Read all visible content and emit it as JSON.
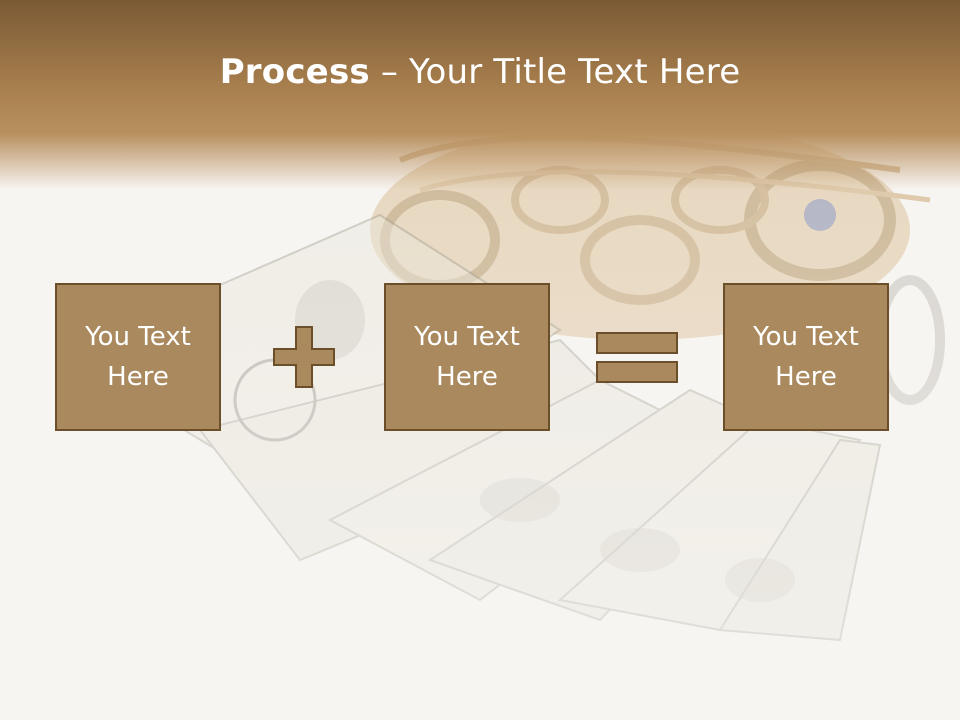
{
  "slide": {
    "title_bold": "Process",
    "title_rest": " – Your Title Text Here",
    "boxes": [
      {
        "line1": "You Text",
        "line2": "Here"
      },
      {
        "line1": "You Text",
        "line2": "Here"
      },
      {
        "line1": "You Text",
        "line2": "Here"
      }
    ],
    "operators": [
      "plus-icon",
      "equals-icon"
    ]
  },
  "colors": {
    "header_top": "#7a5a35",
    "box_fill": "#a9895d",
    "box_border": "#6b4f2b",
    "operator_fill": "#a9895d",
    "title_text": "#ffffff"
  }
}
